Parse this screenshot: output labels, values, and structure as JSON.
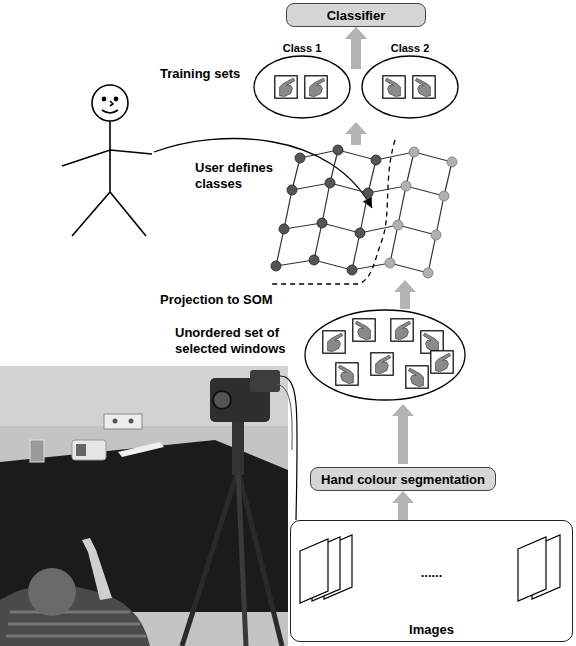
{
  "diagram": {
    "nodes": [
      {
        "text": [
          "Classifier"
        ]
      },
      {
        "text": [
          "Class 1"
        ]
      },
      {
        "text": [
          "Class 2"
        ]
      },
      {
        "text": [
          "Hand colour segmentation"
        ]
      },
      {
        "text": [
          "......",
          "Images"
        ]
      }
    ],
    "edges": [
      {
        "from": 1,
        "to": 0,
        "arrow": "to"
      },
      {
        "from": 2,
        "to": 0,
        "arrow": "to"
      },
      {
        "from": 4,
        "to": 3,
        "arrow": "to"
      }
    ],
    "labels": [
      "Training sets",
      "User defines classes",
      "Projection to SOM",
      "Unordered set of selected windows"
    ]
  }
}
